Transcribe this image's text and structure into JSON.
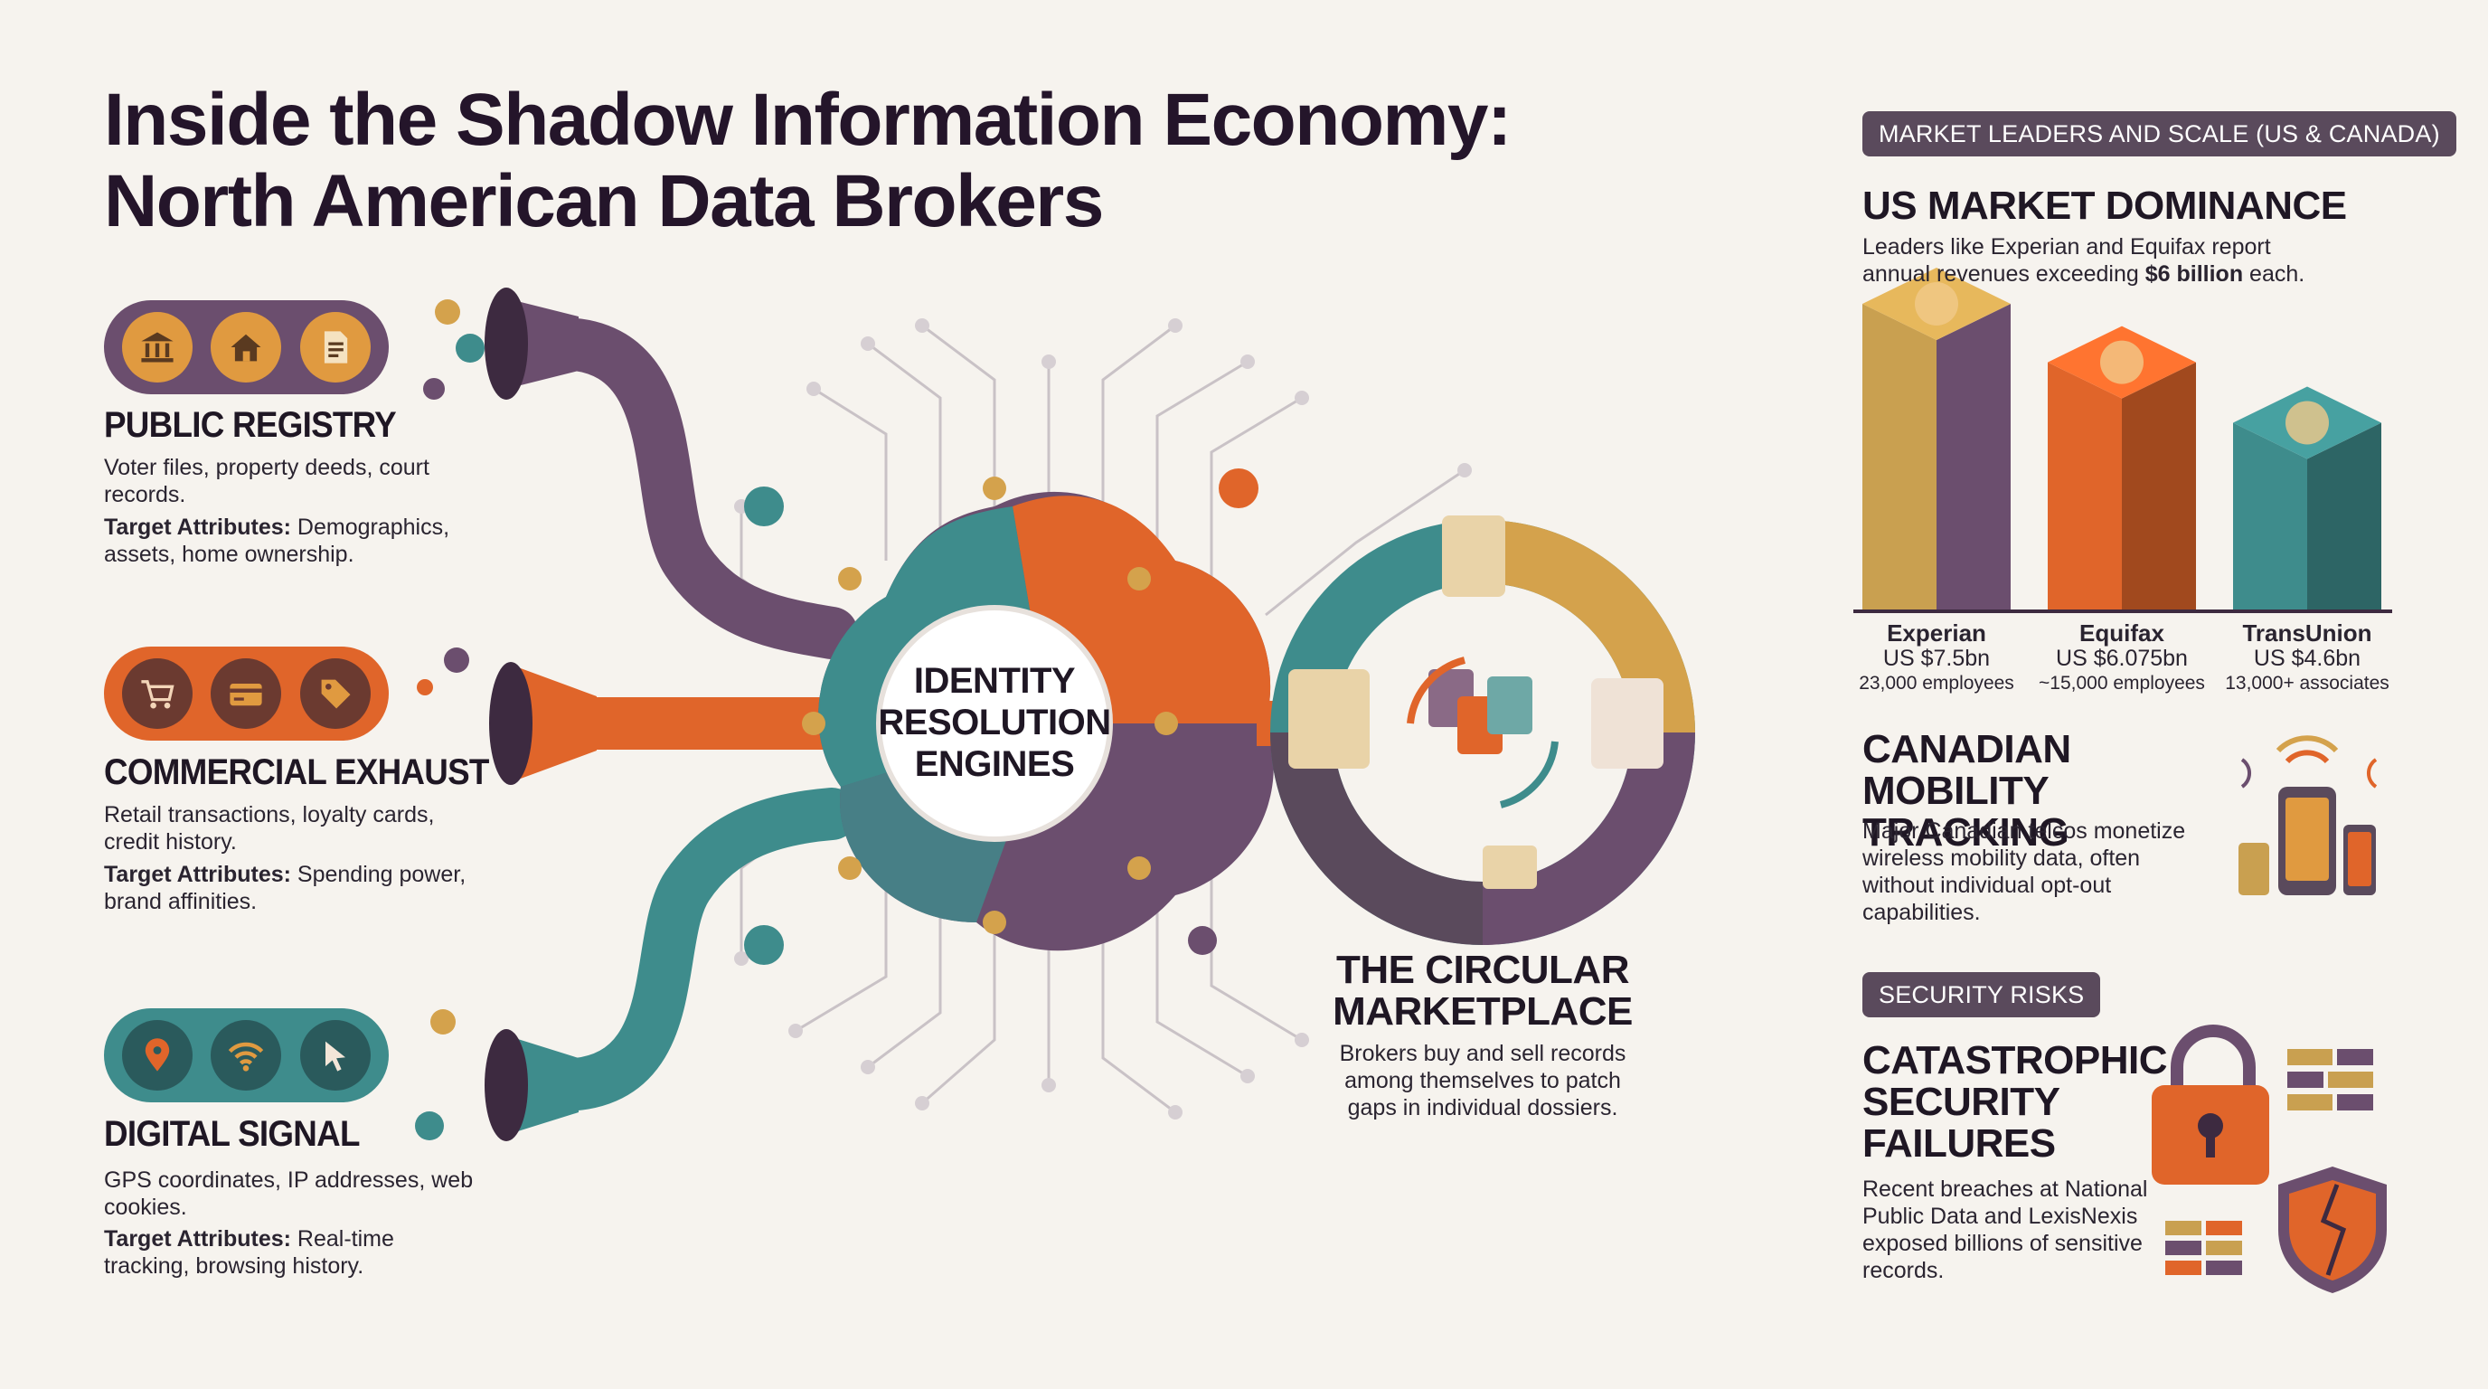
{
  "title": {
    "line1": "Inside the Shadow Information Economy:",
    "line2": "North American Data Brokers"
  },
  "sources": [
    {
      "title": "PUBLIC REGISTRY",
      "description": "Voter files, property deeds, court records.",
      "attr_label": "Target Attributes:",
      "attr_text": "Demographics, assets, home ownership.",
      "icons": [
        "bank-icon",
        "house-icon",
        "document-icon"
      ],
      "color": "#6b4e6e"
    },
    {
      "title": "COMMERCIAL EXHAUST",
      "description": "Retail transactions, loyalty cards, credit history.",
      "attr_label": "Target Attributes:",
      "attr_text": "Spending power, brand affinities.",
      "icons": [
        "cart-icon",
        "credit-card-icon",
        "tag-icon"
      ],
      "color": "#e0652a"
    },
    {
      "title": "DIGITAL SIGNAL",
      "description": "GPS coordinates, IP addresses, web cookies.",
      "attr_label": "Target Attributes:",
      "attr_text": "Real-time tracking, browsing history.",
      "icons": [
        "location-pin-icon",
        "wifi-icon",
        "cursor-icon"
      ],
      "color": "#3e8c8c"
    }
  ],
  "engine": {
    "line1": "IDENTITY",
    "line2": "RESOLUTION",
    "line3": "ENGINES"
  },
  "marketplace": {
    "title1": "THE CIRCULAR",
    "title2": "MARKETPLACE",
    "text": "Brokers buy and sell records among themselves to patch gaps in individual dossiers."
  },
  "market": {
    "tag": "MARKET LEADERS AND SCALE (US & CANADA)",
    "heading": "US MARKET DOMINANCE",
    "text_before": "Leaders like Experian and Equifax report annual revenues exceeding ",
    "text_bold": "$6 billion",
    "text_after": " each."
  },
  "chart_data": {
    "type": "bar",
    "categories": [
      "Experian",
      "Equifax",
      "TransUnion"
    ],
    "values": [
      7.5,
      6.075,
      4.6
    ],
    "value_labels": [
      "US $7.5bn",
      "US $6.075bn",
      "US $4.6bn"
    ],
    "employees": [
      "23,000 employees",
      "~15,000 employees",
      "13,000+ associates"
    ],
    "colors": [
      "#c9a050",
      "#e0652a",
      "#3e8c8c"
    ]
  },
  "canada": {
    "heading1": "CANADIAN MOBILITY",
    "heading2": "TRACKING",
    "text": "Major Canadian telcos monetize wireless mobility data, often without individual opt-out capabilities."
  },
  "security": {
    "tag": "SECURITY RISKS",
    "heading1": "CATASTROPHIC",
    "heading2": "SECURITY",
    "heading3": "FAILURES",
    "text": "Recent breaches at National Public Data and LexisNexis exposed billions of sensitive records."
  },
  "colors": {
    "purple": "#6b4e6e",
    "orange": "#e0652a",
    "teal": "#3e8c8c",
    "gold": "#c9a050",
    "dark": "#24152a"
  }
}
